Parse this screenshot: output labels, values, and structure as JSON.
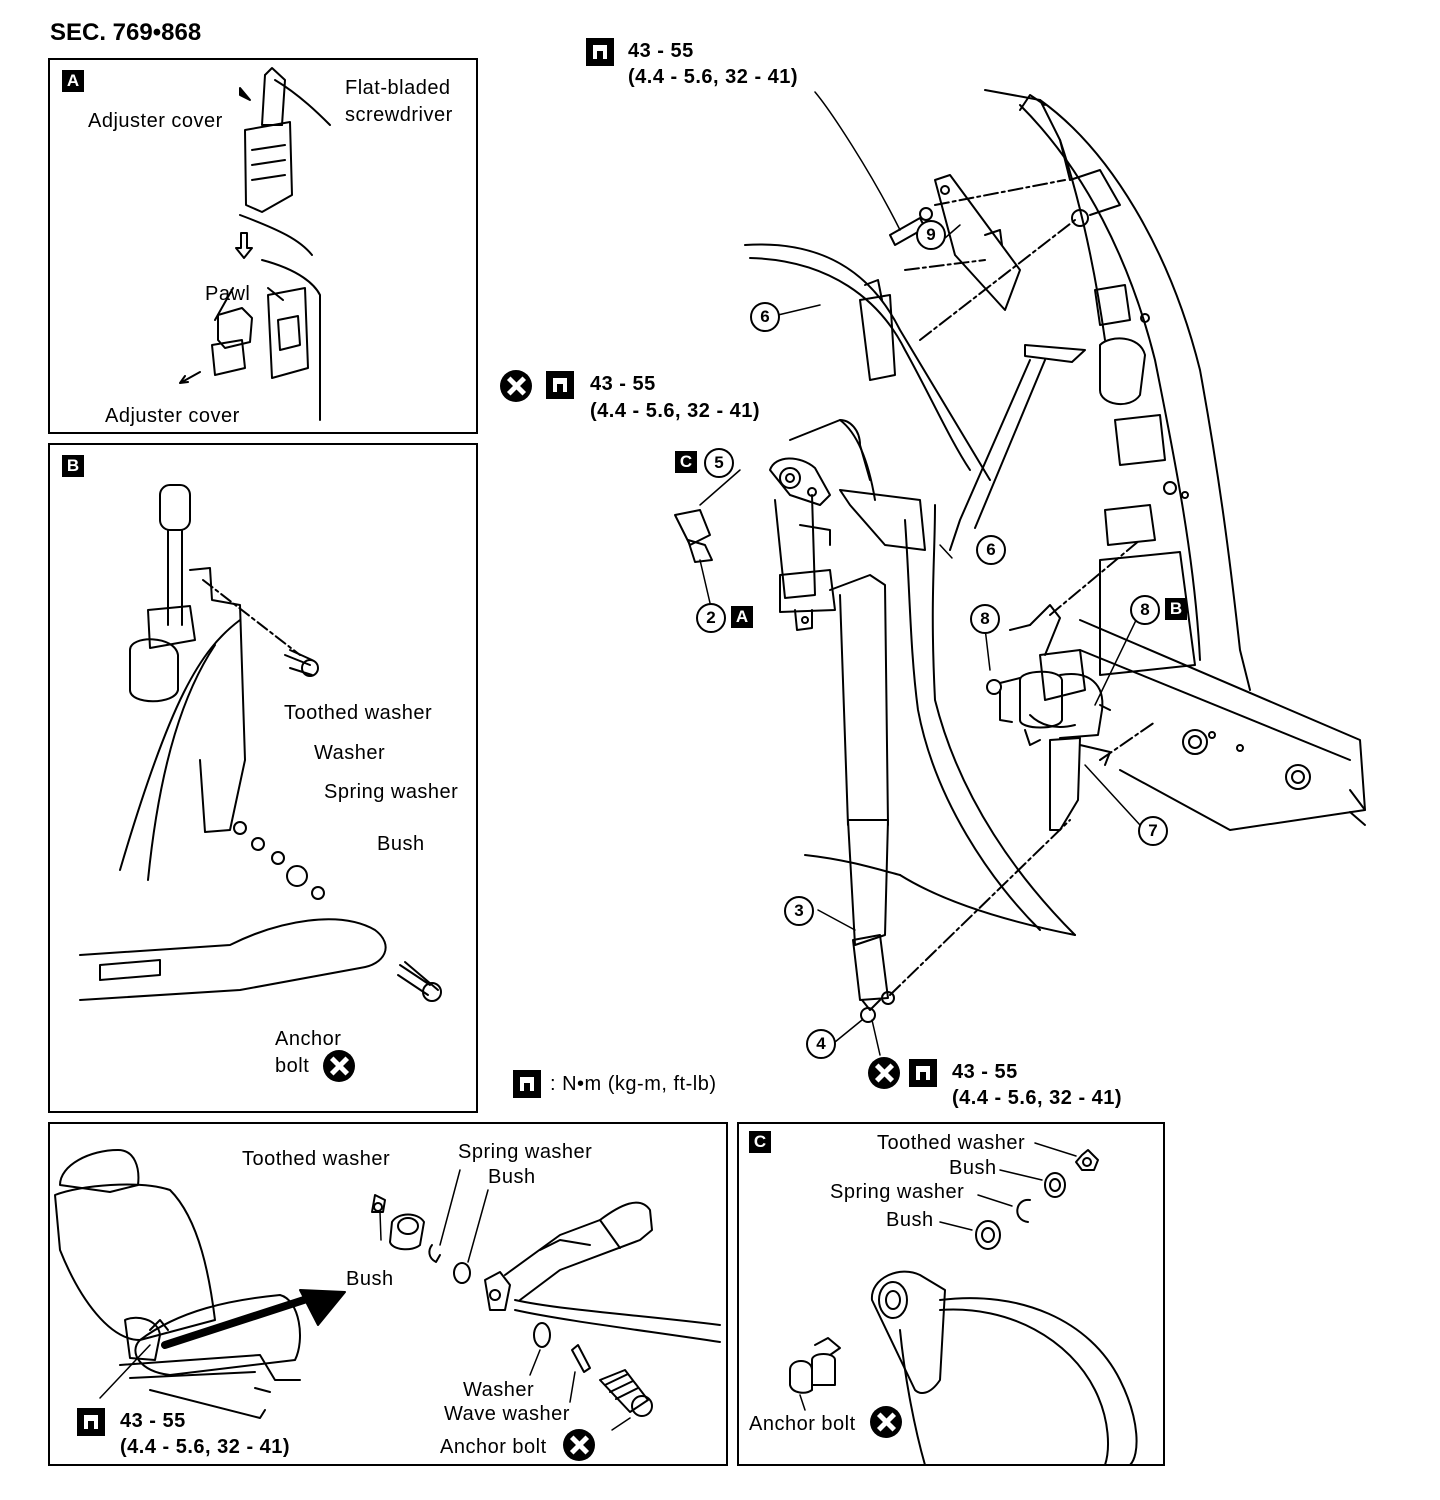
{
  "section": "SEC. 769•868",
  "torque_icon": "torque-wrench-icon",
  "no_reuse_icon": "do-not-reuse-icon",
  "torque_value": "43 - 55",
  "torque_detail": "(4.4 - 5.6, 32 - 41)",
  "legend_text": ": N•m (kg-m, ft-lb)",
  "panel_a": {
    "badge": "A",
    "flat_bladed_1": "Flat-bladed",
    "flat_bladed_2": "screwdriver",
    "adjuster_cover_top": "Adjuster cover",
    "pawl": "Pawl",
    "adjuster_cover_bottom": "Adjuster cover"
  },
  "panel_b": {
    "badge": "B",
    "toothed_washer": "Toothed washer",
    "washer": "Washer",
    "spring_washer": "Spring washer",
    "bush": "Bush",
    "anchor_1": "Anchor",
    "anchor_2": "bolt"
  },
  "panel_seat": {
    "toothed_washer": "Toothed washer",
    "spring_washer": "Spring washer",
    "bush_top": "Bush",
    "bush_mid": "Bush",
    "washer": "Washer",
    "wave_washer": "Wave washer",
    "anchor_bolt": "Anchor bolt"
  },
  "panel_c": {
    "badge": "C",
    "toothed_washer": "Toothed washer",
    "bush_top": "Bush",
    "spring_washer": "Spring washer",
    "bush_bottom": "Bush",
    "anchor_bolt": "Anchor bolt"
  },
  "callouts": {
    "n2": "2",
    "n3": "3",
    "n4": "4",
    "n5": "5",
    "n6a": "6",
    "n6b": "6",
    "n7": "7",
    "n8a": "8",
    "n8b": "8",
    "n9": "9",
    "ref_a": "A",
    "ref_b": "B",
    "ref_c": "C"
  }
}
